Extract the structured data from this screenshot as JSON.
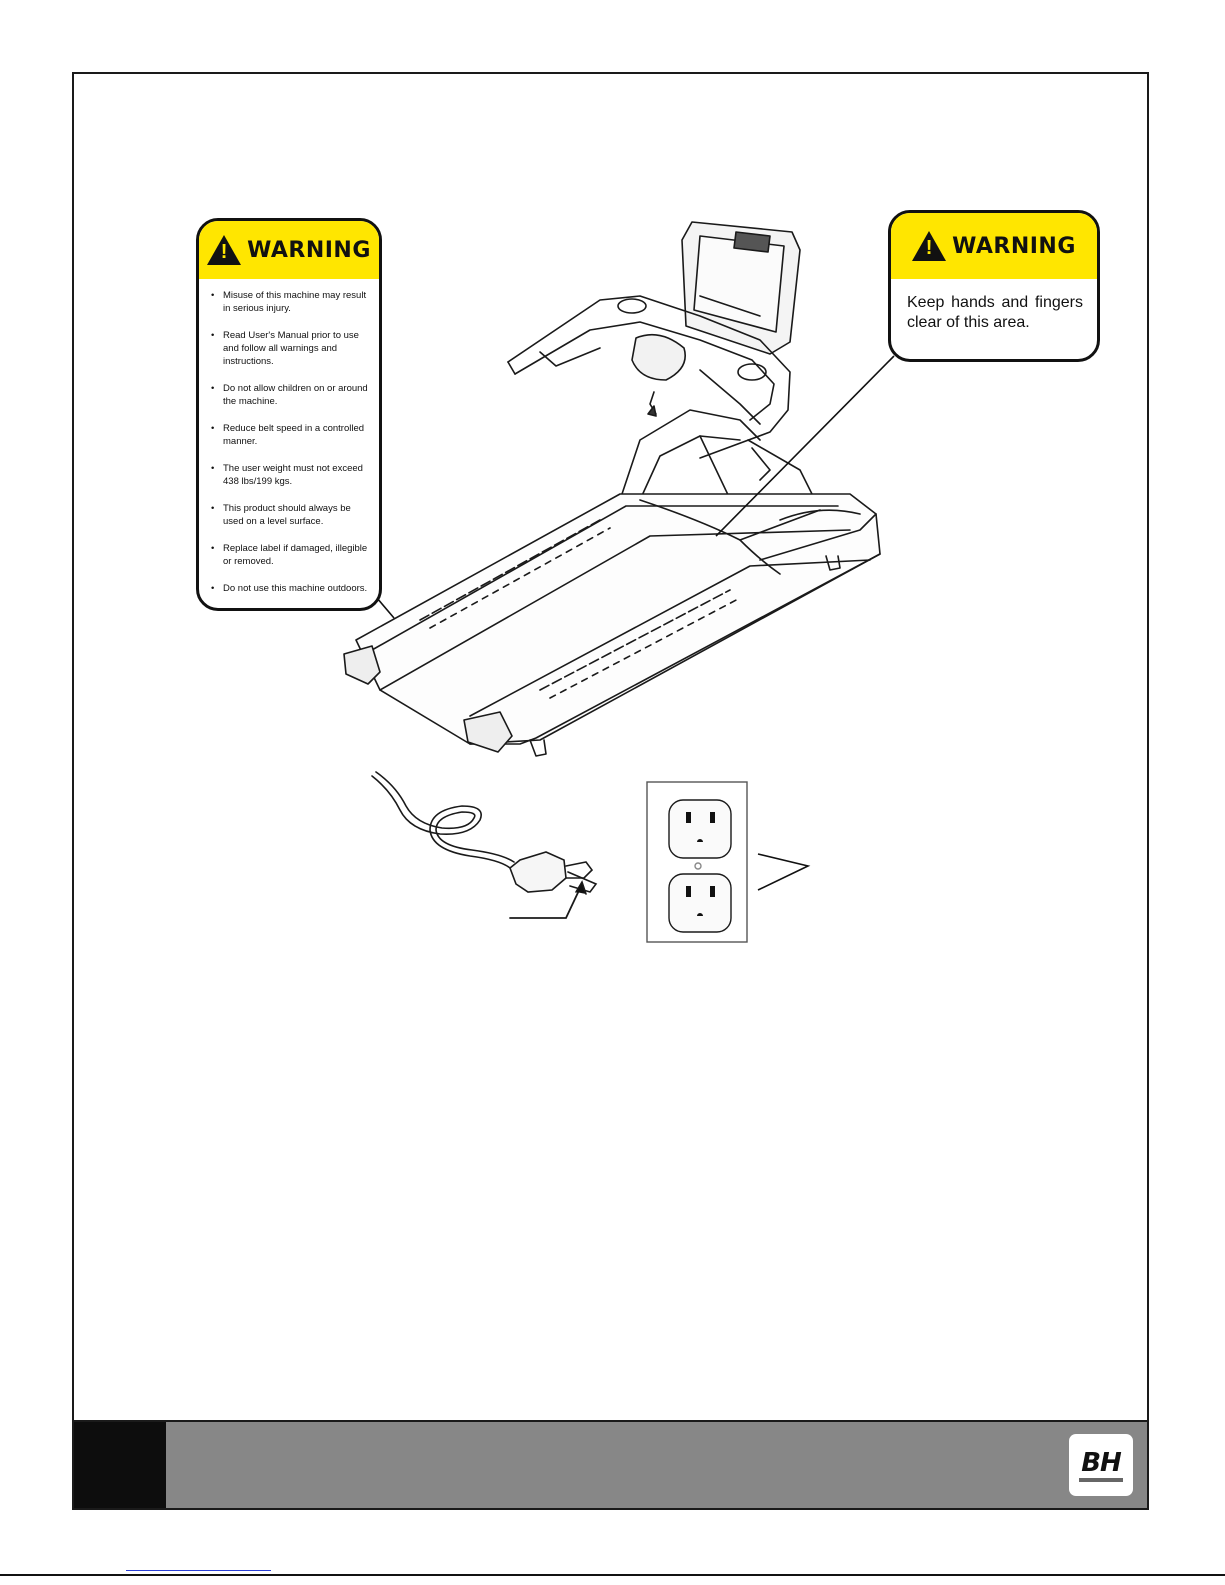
{
  "left_label": {
    "title": "WARNING",
    "items": [
      "Misuse of this machine may result in serious injury.",
      "Read User's Manual prior to use and follow all warnings and instructions.",
      "Do not allow children on or around the machine.",
      "Reduce belt speed in a controlled manner.",
      "The user weight must not exceed 438 lbs/199 kgs.",
      "This product should always be used on a level surface.",
      "Replace label if damaged, illegible or removed.",
      "Do not use this machine outdoors."
    ]
  },
  "right_label": {
    "title": "WARNING",
    "message": "Keep hands and fingers clear of this area."
  },
  "footer": {
    "brand": "BH"
  },
  "colors": {
    "warning_yellow": "#ffe600",
    "footer_gray": "#878787",
    "footer_block": "#0d0d0d"
  }
}
